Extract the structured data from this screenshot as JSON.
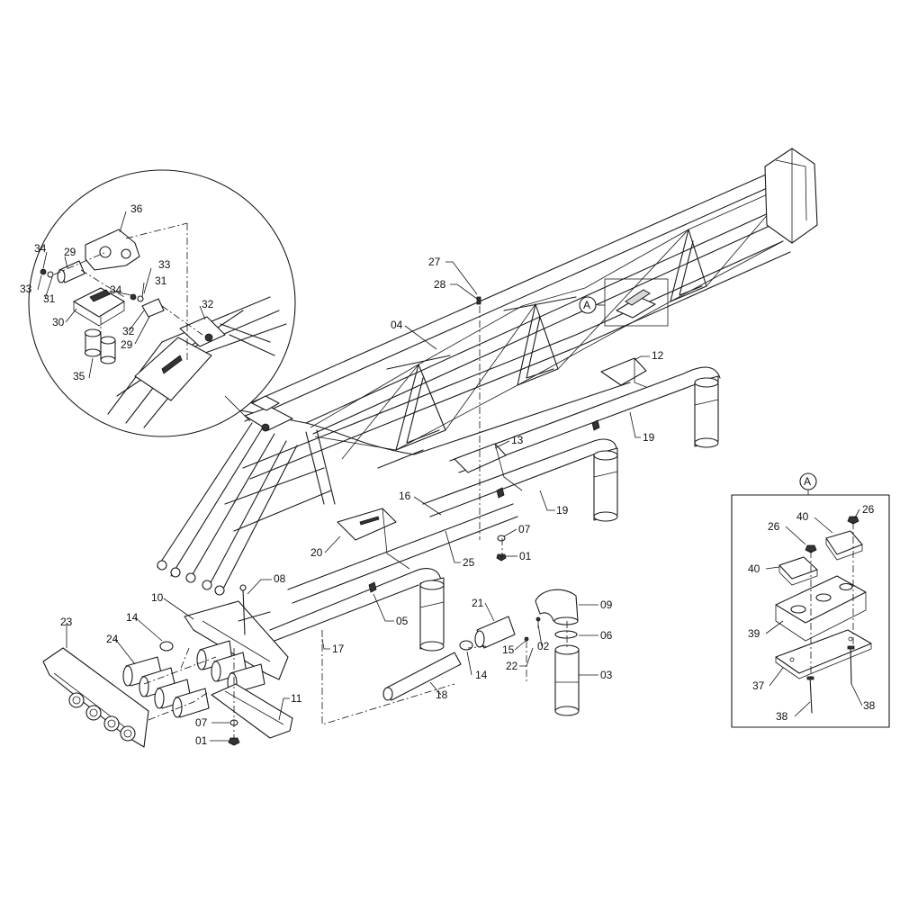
{
  "detail_view": {
    "marker": "A"
  },
  "callouts": [
    {
      "id": "c36",
      "label": "36"
    },
    {
      "id": "c34a",
      "label": "34"
    },
    {
      "id": "c29a",
      "label": "29"
    },
    {
      "id": "c33a",
      "label": "33"
    },
    {
      "id": "c31a",
      "label": "31"
    },
    {
      "id": "c33b",
      "label": "33"
    },
    {
      "id": "c34b",
      "label": "34"
    },
    {
      "id": "c31b",
      "label": "31"
    },
    {
      "id": "c30",
      "label": "30"
    },
    {
      "id": "c32a",
      "label": "32"
    },
    {
      "id": "c29b",
      "label": "29"
    },
    {
      "id": "c32b",
      "label": "32"
    },
    {
      "id": "c35",
      "label": "35"
    },
    {
      "id": "c27",
      "label": "27"
    },
    {
      "id": "c28",
      "label": "28"
    },
    {
      "id": "c04",
      "label": "04"
    },
    {
      "id": "cA",
      "label": "A"
    },
    {
      "id": "c12",
      "label": "12"
    },
    {
      "id": "c19a",
      "label": "19"
    },
    {
      "id": "c13",
      "label": "13"
    },
    {
      "id": "c16",
      "label": "16"
    },
    {
      "id": "c19b",
      "label": "19"
    },
    {
      "id": "c07a",
      "label": "07"
    },
    {
      "id": "c20",
      "label": "20"
    },
    {
      "id": "c25",
      "label": "25"
    },
    {
      "id": "c01a",
      "label": "01"
    },
    {
      "id": "c08",
      "label": "08"
    },
    {
      "id": "c10",
      "label": "10"
    },
    {
      "id": "c05",
      "label": "05"
    },
    {
      "id": "c21",
      "label": "21"
    },
    {
      "id": "c09",
      "label": "09"
    },
    {
      "id": "c23",
      "label": "23"
    },
    {
      "id": "c14a",
      "label": "14"
    },
    {
      "id": "c24",
      "label": "24"
    },
    {
      "id": "c17",
      "label": "17"
    },
    {
      "id": "c15",
      "label": "15"
    },
    {
      "id": "c02",
      "label": "02"
    },
    {
      "id": "c06",
      "label": "06"
    },
    {
      "id": "c22",
      "label": "22"
    },
    {
      "id": "c14b",
      "label": "14"
    },
    {
      "id": "c03",
      "label": "03"
    },
    {
      "id": "c18",
      "label": "18"
    },
    {
      "id": "c11",
      "label": "11"
    },
    {
      "id": "c07b",
      "label": "07"
    },
    {
      "id": "c01b",
      "label": "01"
    },
    {
      "id": "cA2",
      "label": "A"
    },
    {
      "id": "c26a",
      "label": "26"
    },
    {
      "id": "c40a",
      "label": "40"
    },
    {
      "id": "c26b",
      "label": "26"
    },
    {
      "id": "c40b",
      "label": "40"
    },
    {
      "id": "c39",
      "label": "39"
    },
    {
      "id": "c37",
      "label": "37"
    },
    {
      "id": "c38a",
      "label": "38"
    },
    {
      "id": "c38b",
      "label": "38"
    }
  ]
}
